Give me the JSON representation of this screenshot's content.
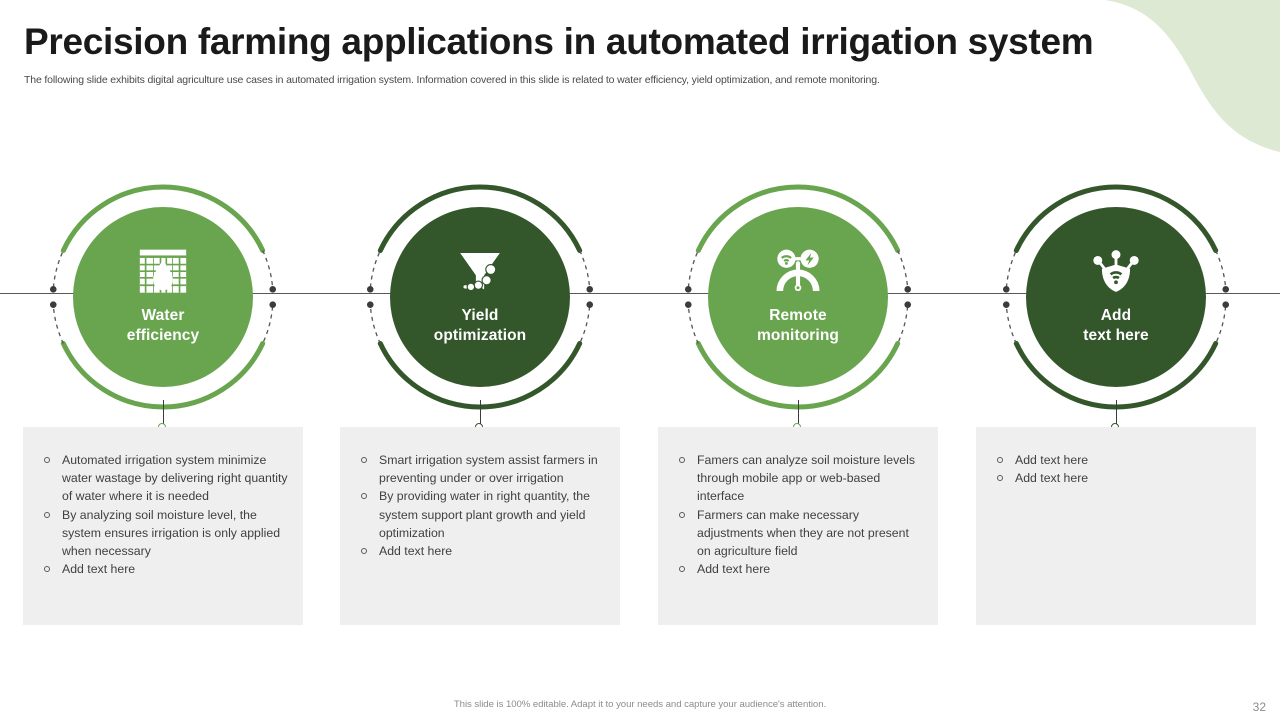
{
  "slide": {
    "title": "Precision farming applications in automated irrigation system",
    "subtitle": "The following slide exhibits digital agriculture use cases in automated irrigation system. Information covered in this slide is related to water efficiency, yield optimization, and remote monitoring.",
    "footer_note": "This slide is 100% editable. Adapt it to your needs and capture your audience's attention.",
    "page_number": "32"
  },
  "colors": {
    "light_green": "#69a44e",
    "dark_green": "#33562a",
    "blob_green": "#dde9d3",
    "box_grey": "#efefef",
    "line_dark": "#3c3c3c",
    "title_black": "#1a1a1a",
    "body_grey": "#404040"
  },
  "nodes": [
    {
      "id": "water-efficiency",
      "label": "Water\nefficiency",
      "icon": "water-droplet-field-icon",
      "theme": "light",
      "color": "#69a44e"
    },
    {
      "id": "yield-optimization",
      "label": "Yield\noptimization",
      "icon": "funnel-coins-icon",
      "theme": "dark",
      "color": "#33562a"
    },
    {
      "id": "remote-monitoring",
      "label": "Remote\nmonitoring",
      "icon": "wifi-gauge-meter-icon",
      "theme": "light",
      "color": "#69a44e"
    },
    {
      "id": "add-text-here",
      "label": "Add\ntext here",
      "icon": "shield-wifi-network-icon",
      "theme": "dark",
      "color": "#33562a"
    }
  ],
  "columns": [
    {
      "id": "water-efficiency-details",
      "bullets": [
        "Automated irrigation system minimize water wastage by delivering right quantity of water where it is needed",
        "By analyzing soil moisture level, the system ensures irrigation is only applied when necessary",
        "Add text here"
      ]
    },
    {
      "id": "yield-optimization-details",
      "bullets": [
        "Smart irrigation system assist farmers in preventing under or over irrigation",
        "By providing water in right quantity, the system support plant growth and yield optimization",
        "Add text here"
      ]
    },
    {
      "id": "remote-monitoring-details",
      "bullets": [
        "Famers can analyze soil moisture levels through mobile app or web-based interface",
        "Farmers can make necessary adjustments when they are not present on agriculture field",
        "Add text here"
      ]
    },
    {
      "id": "add-text-here-details",
      "bullets": [
        "Add text here",
        "Add text here"
      ]
    }
  ]
}
